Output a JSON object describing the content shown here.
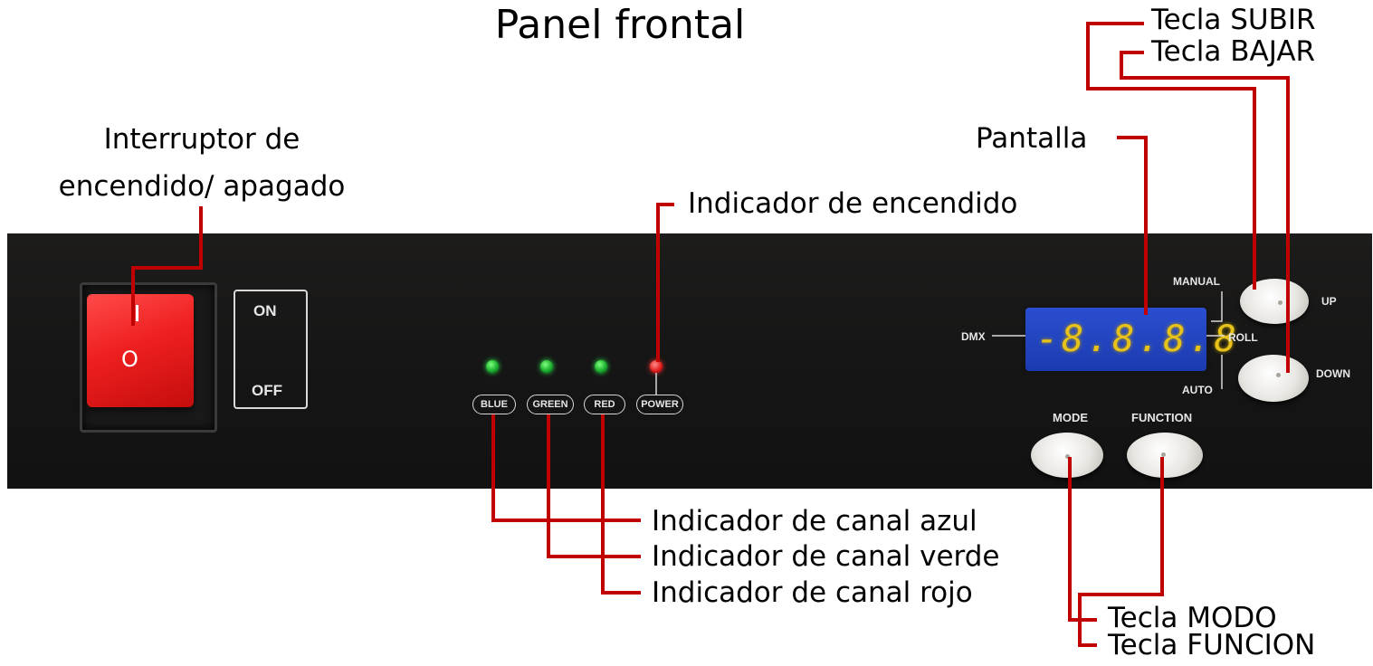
{
  "title": "Panel frontal",
  "callouts": {
    "power_switch": "Interruptor de\nencendido/ apagado",
    "power_indicator": "Indicador de encendido",
    "display": "Pantalla",
    "up_key": "Tecla SUBIR",
    "down_key": "Tecla BAJAR",
    "blue_indicator": "Indicador de canal azul",
    "green_indicator": "Indicador de canal verde",
    "red_indicator": "Indicador de canal rojo",
    "mode_key": "Tecla MODO",
    "function_key": "Tecla FUNCION"
  },
  "panel": {
    "switch_on": "ON",
    "switch_off": "OFF",
    "switch_mark": "O",
    "leds": [
      {
        "label": "BLUE",
        "color": "#22cc44"
      },
      {
        "label": "GREEN",
        "color": "#22cc44"
      },
      {
        "label": "RED",
        "color": "#22cc44"
      },
      {
        "label": "POWER",
        "color": "#ee2222"
      }
    ],
    "display_digits": "-8.8.8.8",
    "dmx": "DMX",
    "manual": "MANUAL",
    "roll": "ROLL",
    "auto": "AUTO",
    "up": "UP",
    "down": "DOWN",
    "mode": "MODE",
    "function": "FUNCTION"
  },
  "colors": {
    "leader": "#c00000",
    "panel": "#161616",
    "display": "#2244c0",
    "digits": "#e6c21a"
  }
}
